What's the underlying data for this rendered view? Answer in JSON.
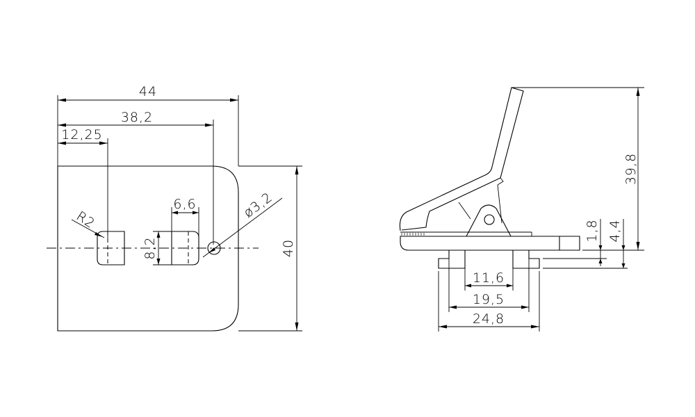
{
  "drawing": {
    "type": "technical-drawing",
    "line_color": "#000000",
    "background": "#ffffff",
    "views": {
      "front": {
        "dimensions": {
          "overall_width": "44",
          "hole_center_distance": "38,2",
          "slot_center_distance": "12,25",
          "slot_width": "6,6",
          "slot_height": "8,2",
          "slot_radius": "R2",
          "hole_diameter": "ø3,2",
          "overall_height": "40"
        }
      },
      "side": {
        "dimensions": {
          "overall_height": "39,8",
          "base_thickness": "1,8",
          "foot_height": "4,4",
          "inner_foot_span": "11,6",
          "foot_center_span": "19,5",
          "outer_foot_span": "24,8"
        }
      }
    }
  }
}
